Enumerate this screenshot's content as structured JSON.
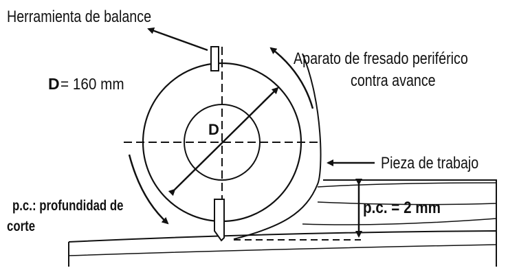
{
  "labels": {
    "balance_tool": "Herramienta de balance",
    "diameter_value": "= 160 mm",
    "diameter_symbol": "D",
    "inner_symbol": "D",
    "apparatus_line1": "Aparato de fresado periférico",
    "apparatus_line2": "contra avance",
    "workpiece": "Pieza de trabajo",
    "depth_line1": "p.c.: profundidad de",
    "depth_line2": "corte",
    "depth_value": "p.c. = 2 mm"
  },
  "colors": {
    "ink": "#111111",
    "background": "#ffffff"
  }
}
